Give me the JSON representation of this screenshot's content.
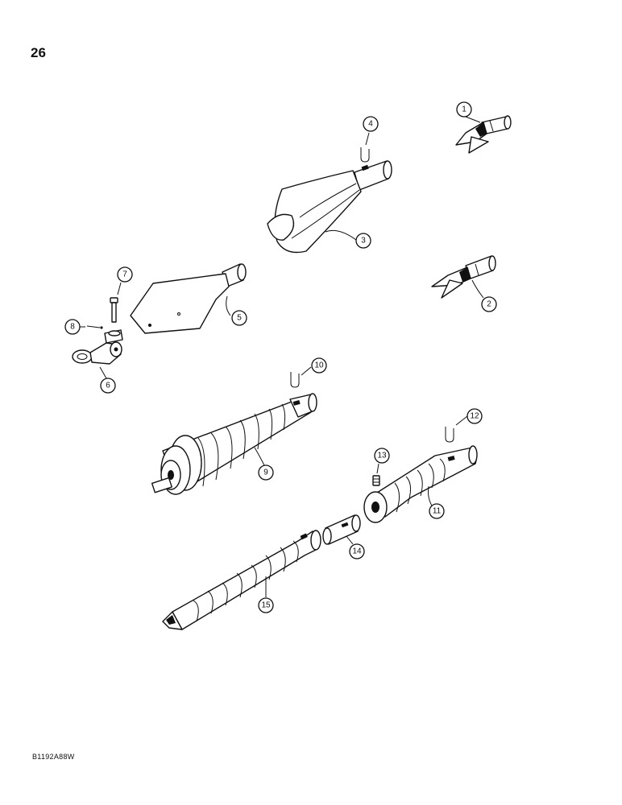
{
  "page": {
    "number": "26",
    "figure_code": "B1192A88W"
  },
  "callouts": [
    "1",
    "2",
    "3",
    "4",
    "5",
    "6",
    "7",
    "8",
    "9",
    "10",
    "11",
    "12",
    "13",
    "14",
    "15"
  ],
  "parts": [
    {
      "id": "1",
      "icon": "auger-tooth-icon"
    },
    {
      "id": "2",
      "icon": "auger-tooth-icon"
    },
    {
      "id": "3",
      "icon": "belled-scoop-icon"
    },
    {
      "id": "4",
      "icon": "retaining-clip-icon"
    },
    {
      "id": "5",
      "icon": "flat-spade-icon"
    },
    {
      "id": "6",
      "icon": "swivel-clevis-icon"
    },
    {
      "id": "7",
      "icon": "bolt-icon"
    },
    {
      "id": "8",
      "icon": "cotter-pin-icon"
    },
    {
      "id": "9",
      "icon": "tapered-auger-icon"
    },
    {
      "id": "10",
      "icon": "retaining-clip-icon"
    },
    {
      "id": "11",
      "icon": "auger-section-icon"
    },
    {
      "id": "12",
      "icon": "retaining-clip-icon"
    },
    {
      "id": "13",
      "icon": "set-screw-icon"
    },
    {
      "id": "14",
      "icon": "coupling-sleeve-icon"
    },
    {
      "id": "15",
      "icon": "pilot-auger-icon"
    }
  ]
}
